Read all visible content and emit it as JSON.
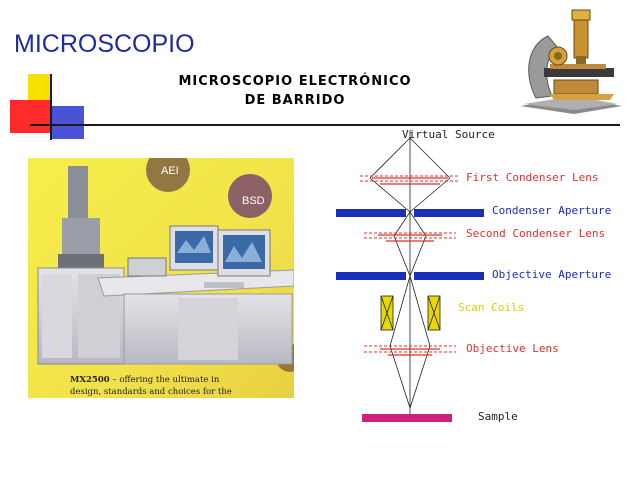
{
  "slide": {
    "title": "MICROSCOPIO",
    "subtitle_line1": "MICROSCOPIO ELECTRÓNICO",
    "subtitle_line2": "DE BARRIDO"
  },
  "photo": {
    "label_ael": "AEI",
    "label_bsd": "BSD",
    "caption_model": "MX2500",
    "caption_line1_rest": " – offering the ultimate in",
    "caption_line2": "design, standards and choices for the"
  },
  "diagram": {
    "virtual_source": "Virtual Source",
    "first_condenser_lens": "First Condenser Lens",
    "condenser_aperture": "Condenser Aperture",
    "second_condenser_lens": "Second Condenser Lens",
    "objective_aperture": "Objective Aperture",
    "scan_coils": "Scan Coils",
    "objective_lens": "Objective Lens",
    "sample": "Sample",
    "colors": {
      "lens": "#e0302a",
      "aperture": "#1a2fb8",
      "coil": "#e8d800",
      "sample": "#d0207a",
      "coil_label": "#e8c800"
    }
  },
  "icons": {
    "microscope": "microscope-icon"
  }
}
